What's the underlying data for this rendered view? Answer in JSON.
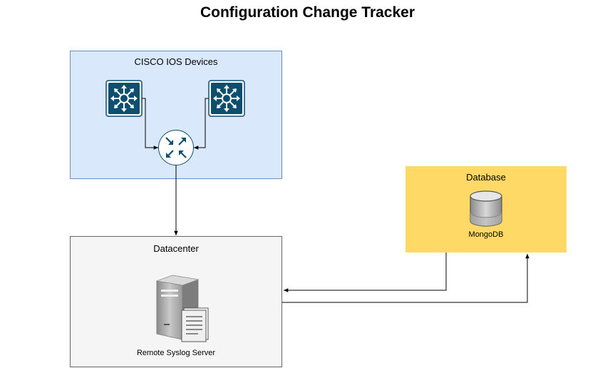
{
  "diagram": {
    "title": "Configuration Change Tracker",
    "groups": {
      "cisco": "CISCO IOS Devices",
      "datacenter": "Datacenter",
      "database": "Database"
    },
    "nodes": {
      "mongodb": "MongoDB",
      "syslog_server": "Remote Syslog Server"
    },
    "icons": {
      "switch_left": "layer3-switch-icon",
      "switch_right": "layer3-switch-icon",
      "router": "router-icon",
      "database": "database-cylinder-icon",
      "server": "server-tower-icon"
    },
    "colors": {
      "cisco_fill": "#dae8fc",
      "cisco_stroke": "#6c8ebf",
      "datacenter_fill": "#f5f5f5",
      "datacenter_stroke": "#666666",
      "database_fill": "#ffd966",
      "device_blue": "#0e4f70"
    }
  }
}
